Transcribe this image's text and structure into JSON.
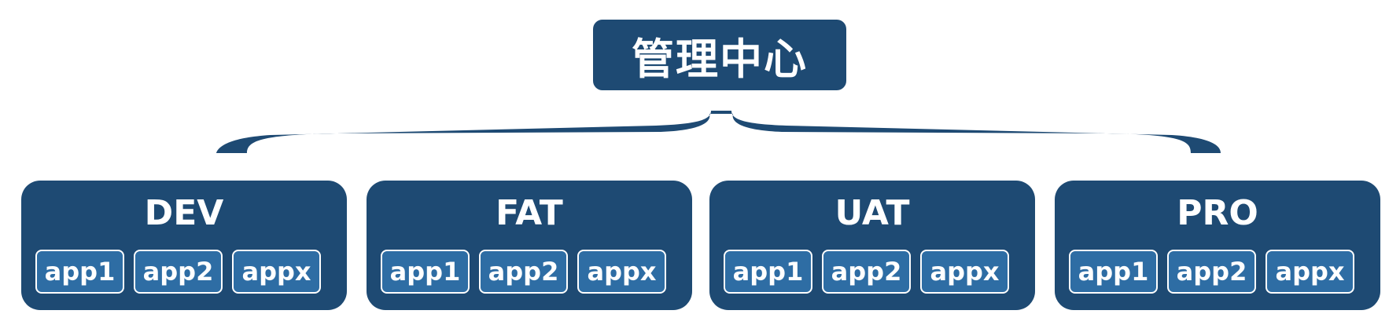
{
  "root": {
    "label": "管理中心"
  },
  "environments": [
    {
      "name": "DEV",
      "apps": [
        "app1",
        "app2",
        "appx"
      ]
    },
    {
      "name": "FAT",
      "apps": [
        "app1",
        "app2",
        "appx"
      ]
    },
    {
      "name": "UAT",
      "apps": [
        "app1",
        "app2",
        "appx"
      ]
    },
    {
      "name": "PRO",
      "apps": [
        "app1",
        "app2",
        "appx"
      ]
    }
  ],
  "colors": {
    "box": "#1e4a73",
    "app": "#2e6da4",
    "text": "#ffffff"
  }
}
